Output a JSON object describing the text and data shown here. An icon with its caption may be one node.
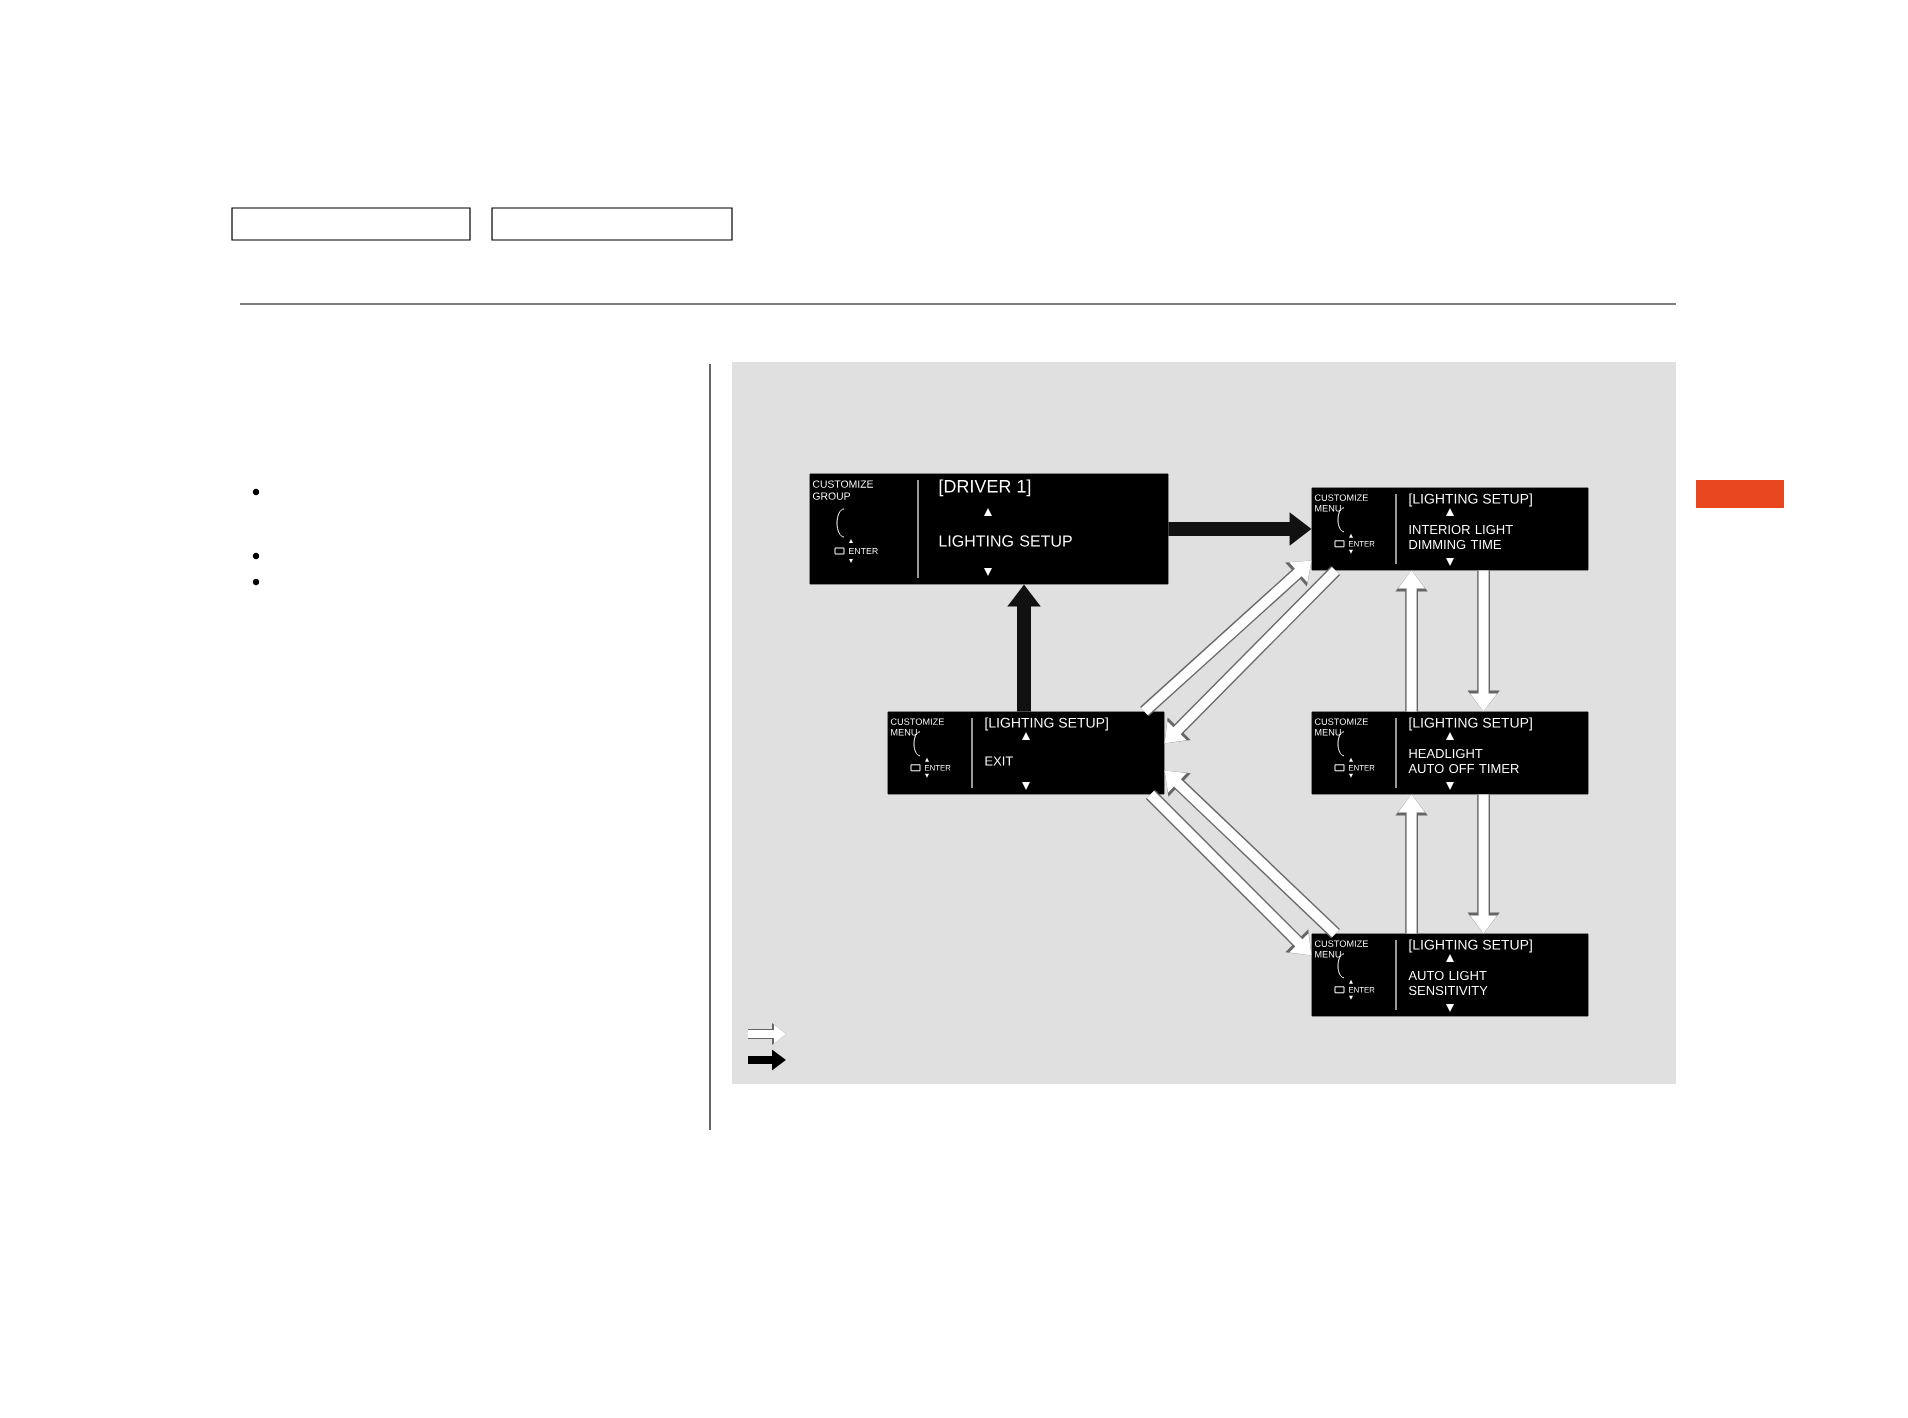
{
  "diagram": {
    "nodes": [
      {
        "text": [
          "CUSTOMIZE GROUP",
          "ENTER",
          "[DRIVER 1]",
          "LIGHTING SETUP"
        ]
      },
      {
        "text": [
          "CUSTOMIZE MENU",
          "ENTER",
          "[LIGHTING SETUP]",
          "INTERIOR LIGHT DIMMING TIME"
        ]
      },
      {
        "text": [
          "CUSTOMIZE MENU",
          "ENTER",
          "[LIGHTING SETUP]",
          "EXIT"
        ]
      },
      {
        "text": [
          "CUSTOMIZE MENU",
          "ENTER",
          "[LIGHTING SETUP]",
          "HEADLIGHT AUTO OFF TIMER"
        ]
      },
      {
        "text": [
          "CUSTOMIZE MENU",
          "ENTER",
          "[LIGHTING SETUP]",
          "AUTO LIGHT SENSITIVITY"
        ]
      }
    ],
    "edges": [
      {
        "from": 0,
        "to": 1,
        "arrow": "to",
        "color": "#111111"
      },
      {
        "from": 2,
        "to": 0,
        "arrow": "to",
        "color": "#111111"
      },
      {
        "from": 2,
        "to": 1,
        "arrow": "to"
      },
      {
        "from": 1,
        "to": 2,
        "arrow": "to"
      },
      {
        "from": 3,
        "to": 1,
        "arrow": "to"
      },
      {
        "from": 1,
        "to": 3,
        "arrow": "to"
      },
      {
        "from": 2,
        "to": 4,
        "arrow": "to"
      },
      {
        "from": 4,
        "to": 2,
        "arrow": "to"
      },
      {
        "from": 4,
        "to": 3,
        "arrow": "to"
      },
      {
        "from": 3,
        "to": 4,
        "arrow": "to"
      }
    ]
  }
}
